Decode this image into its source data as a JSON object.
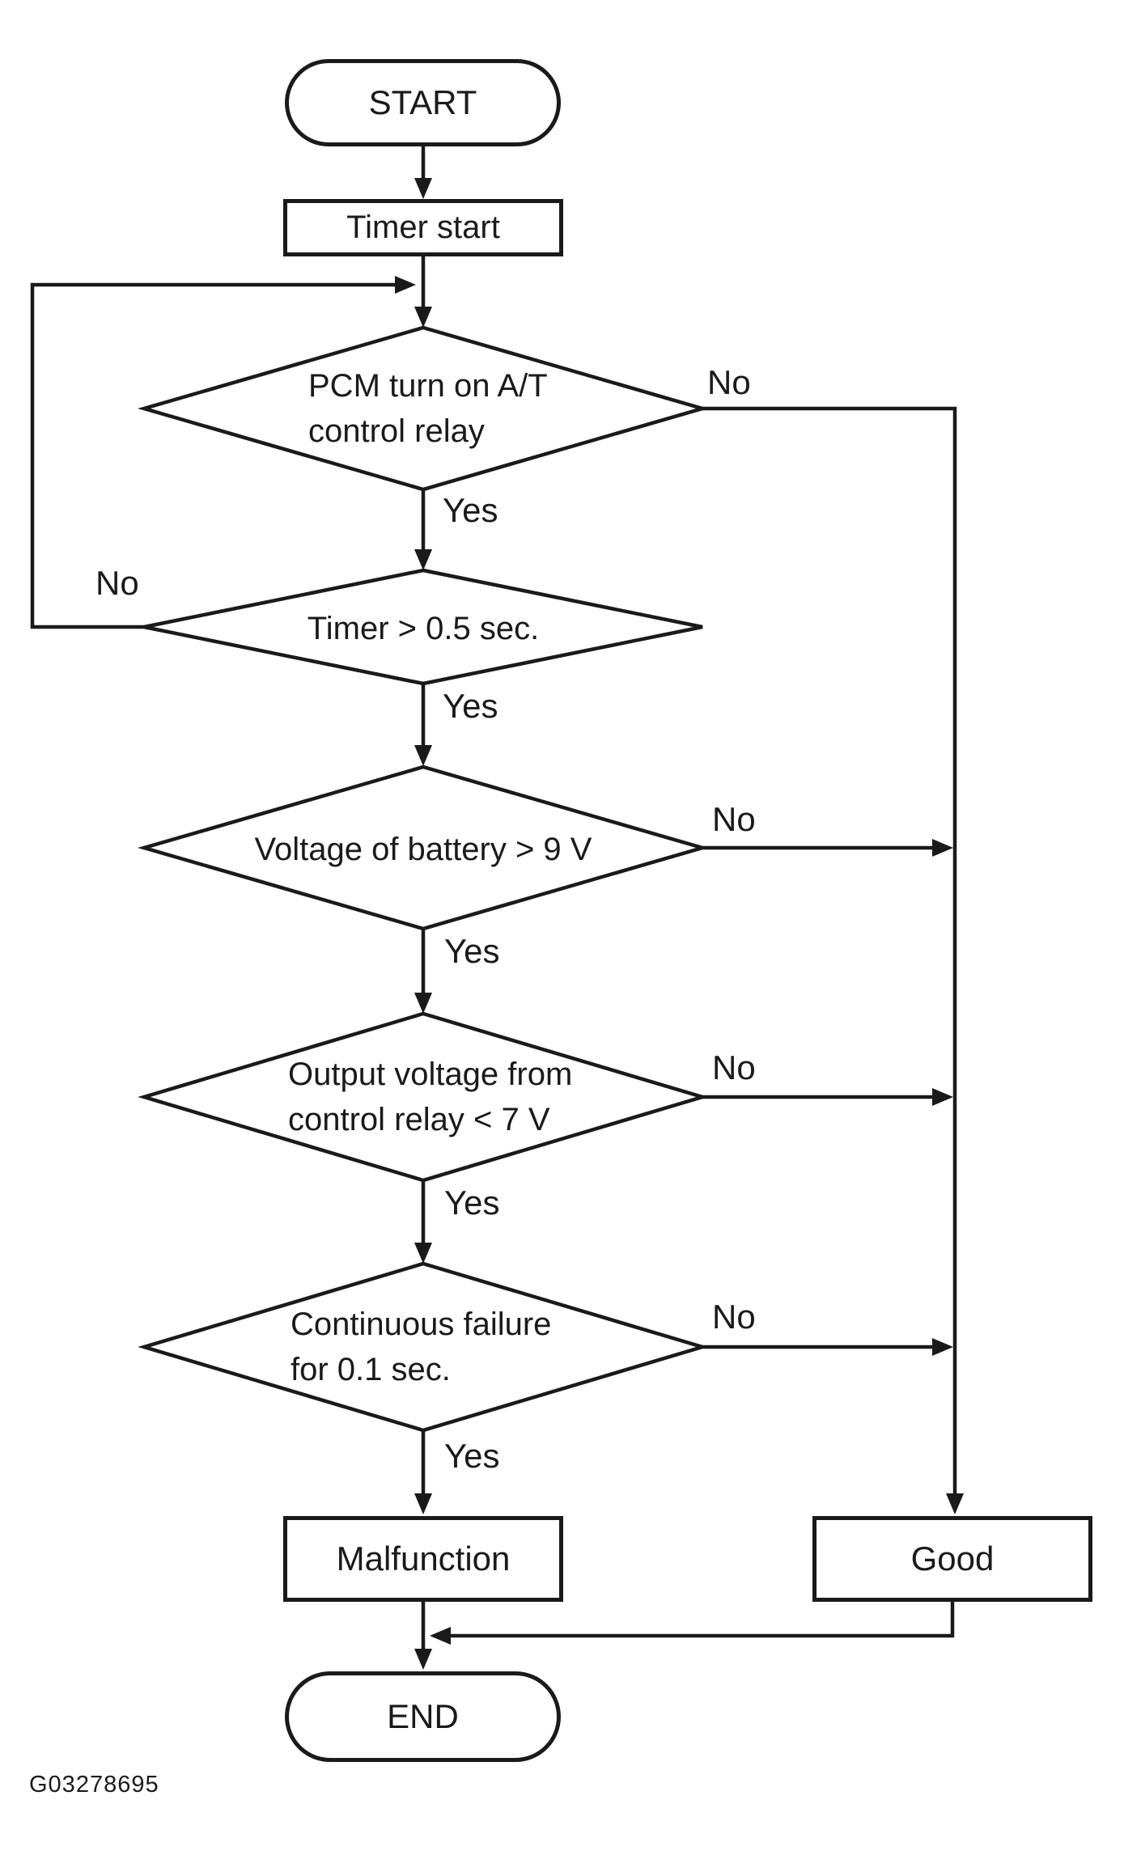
{
  "figure_id": "G03278695",
  "colors": {
    "line": "#1a1a1a",
    "background": "#ffffff"
  },
  "flowchart": {
    "nodes": {
      "start": {
        "type": "terminal",
        "label": "START"
      },
      "timer_start": {
        "type": "process",
        "label": "Timer start"
      },
      "d1": {
        "type": "decision",
        "label": "PCM turn on A/T\ncontrol relay"
      },
      "d2": {
        "type": "decision",
        "label": "Timer > 0.5 sec."
      },
      "d3": {
        "type": "decision",
        "label": "Voltage of battery > 9 V"
      },
      "d4": {
        "type": "decision",
        "label": "Output voltage from\ncontrol relay < 7 V"
      },
      "d5": {
        "type": "decision",
        "label": "Continuous failure\nfor 0.1 sec."
      },
      "malfunction": {
        "type": "process",
        "label": "Malfunction"
      },
      "good": {
        "type": "process",
        "label": "Good"
      },
      "end": {
        "type": "terminal",
        "label": "END"
      }
    },
    "edges": [
      {
        "from": "start",
        "to": "timer_start",
        "label": ""
      },
      {
        "from": "timer_start",
        "to": "d1",
        "label": ""
      },
      {
        "from": "d1",
        "to": "d2",
        "label": "Yes"
      },
      {
        "from": "d1",
        "to": "good",
        "label": "No"
      },
      {
        "from": "d2",
        "to": "d3",
        "label": "Yes"
      },
      {
        "from": "d2",
        "to": "d1",
        "label": "No"
      },
      {
        "from": "d3",
        "to": "d4",
        "label": "Yes"
      },
      {
        "from": "d3",
        "to": "good",
        "label": "No"
      },
      {
        "from": "d4",
        "to": "d5",
        "label": "Yes"
      },
      {
        "from": "d4",
        "to": "good",
        "label": "No"
      },
      {
        "from": "d5",
        "to": "malfunction",
        "label": "Yes"
      },
      {
        "from": "d5",
        "to": "good",
        "label": "No"
      },
      {
        "from": "malfunction",
        "to": "end",
        "label": ""
      },
      {
        "from": "good",
        "to": "end",
        "label": ""
      }
    ]
  }
}
